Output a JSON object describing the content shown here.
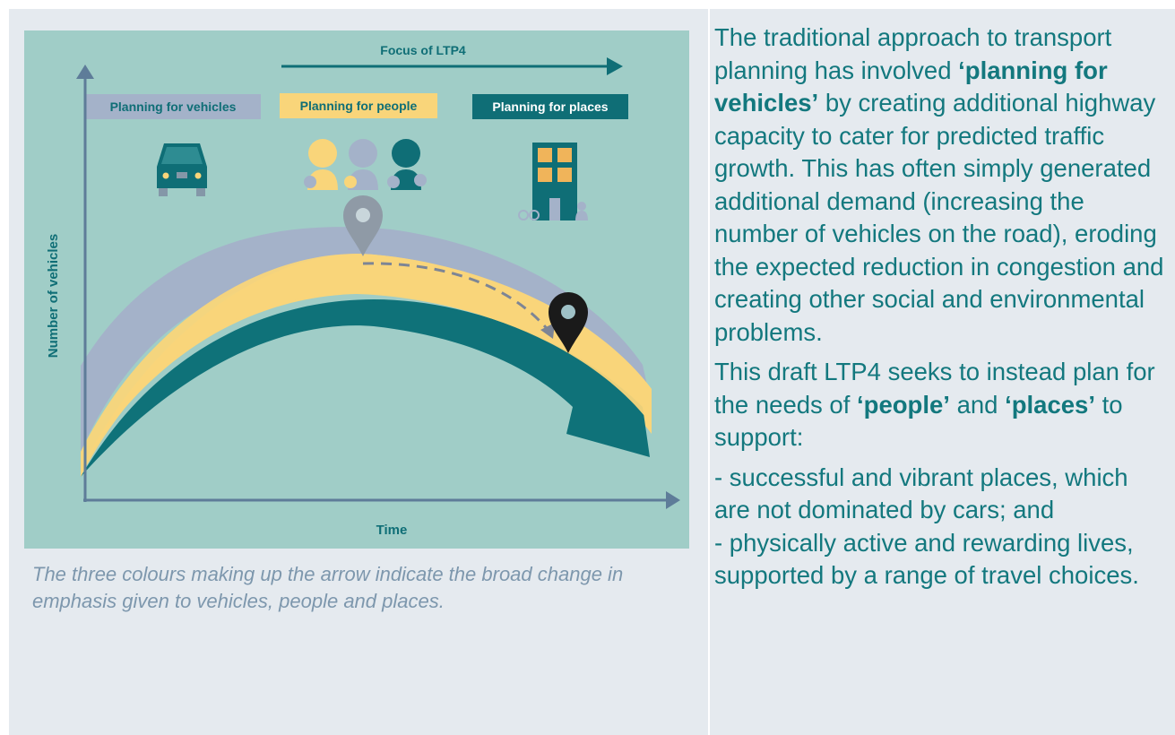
{
  "figure": {
    "top_label": "Focus of LTP4",
    "stages": [
      {
        "label": "Planning for vehicles",
        "color": "#a4b2c9"
      },
      {
        "label": "Planning for people",
        "color": "#f9d57a"
      },
      {
        "label": "Planning for places",
        "color": "#0f7279"
      }
    ],
    "y_axis_label": "Number of vehicles",
    "x_axis_label": "Time",
    "icons": [
      "car-icon",
      "people-icon",
      "building-icon",
      "map-pin-icon"
    ],
    "background_color": "#a0cdc7",
    "caption": "The three colours making up the arrow indicate the broad change in emphasis given to vehicles, people and places."
  },
  "text": {
    "p1_a": "The traditional approach to transport planning has involved",
    "p1_kw": "‘planning for vehicles’",
    "p1_b": "by creating additional highway capacity to cater for predicted traffic growth. This has often simply generated additional demand (increasing the number of vehicles on the road), eroding the expected reduction in congestion and creating other social and environmental problems.",
    "p2_a": "This draft LTP4 seeks to instead plan for the needs of",
    "p2_kw1": "‘people’",
    "p2_and": "and",
    "p2_kw2": "‘places’",
    "p2_b": "to support:",
    "bullets": [
      "- successful and vibrant places, which are not dominated by cars; and",
      "- physically active and rewarding lives, supported by a range of travel choices."
    ]
  }
}
